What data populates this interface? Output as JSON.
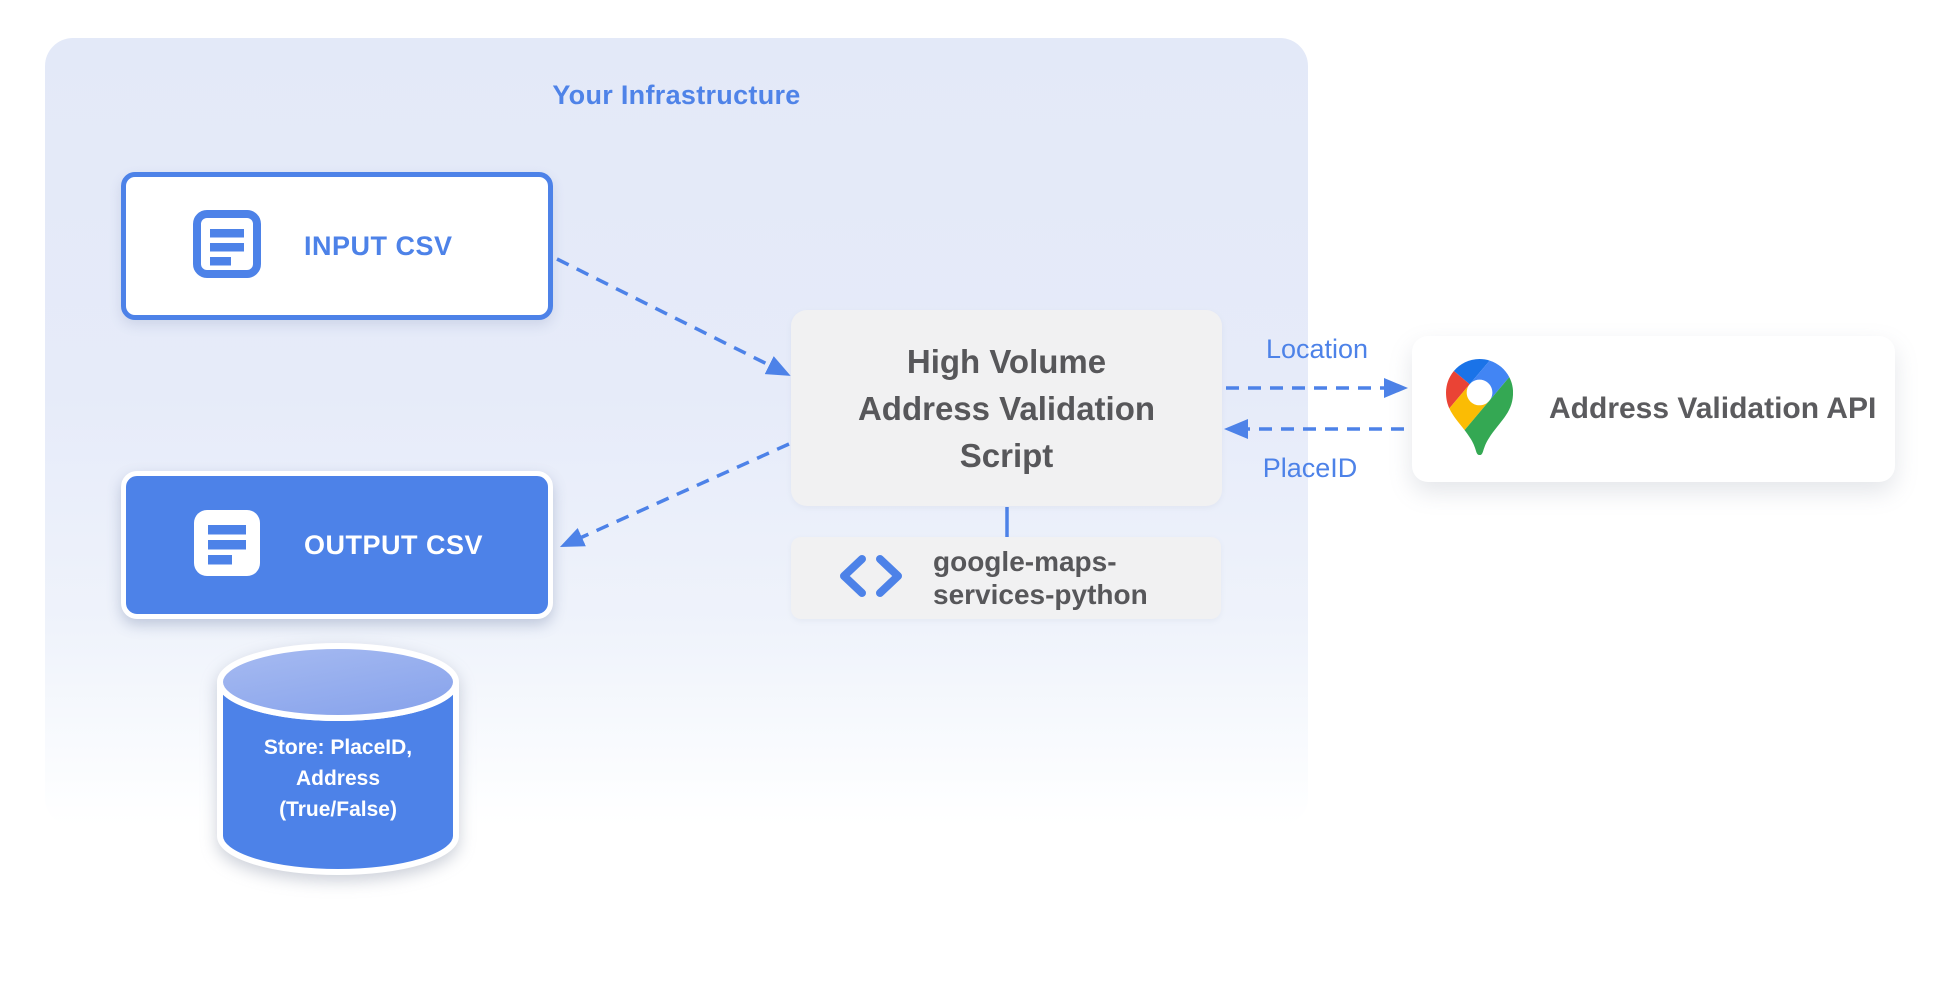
{
  "diagram": {
    "title": "Your Infrastructure",
    "nodes": {
      "input_csv": {
        "label": "INPUT CSV",
        "icon": "document-icon"
      },
      "output_csv": {
        "label": "OUTPUT CSV",
        "icon": "document-icon"
      },
      "datastore": {
        "line1": "Store: PlaceID,",
        "line2": "Address",
        "line3": "(True/False)",
        "icon": "database-cylinder"
      },
      "script": {
        "line1": "High Volume",
        "line2": "Address Validation",
        "line3": "Script"
      },
      "library": {
        "line1": "google-maps-",
        "line2": "services-python",
        "icon": "code-icon"
      },
      "api": {
        "label": "Address Validation API",
        "icon": "google-maps-pin-icon"
      }
    },
    "edges": {
      "location_label": "Location",
      "placeid_label": "PlaceID"
    },
    "colors": {
      "accent_blue": "#4d82e8",
      "cylinder_top_blue": "#96aeee",
      "panel_background_top": "#e3e9f8",
      "node_gray": "#f1f1f2",
      "gray_text": "#57575a",
      "maps_pin_red": "#ea4335",
      "maps_pin_blue": "#4285f4",
      "maps_pin_dark_blue": "#1a73e8",
      "maps_pin_yellow": "#fbbc04",
      "maps_pin_green": "#34a853"
    }
  }
}
